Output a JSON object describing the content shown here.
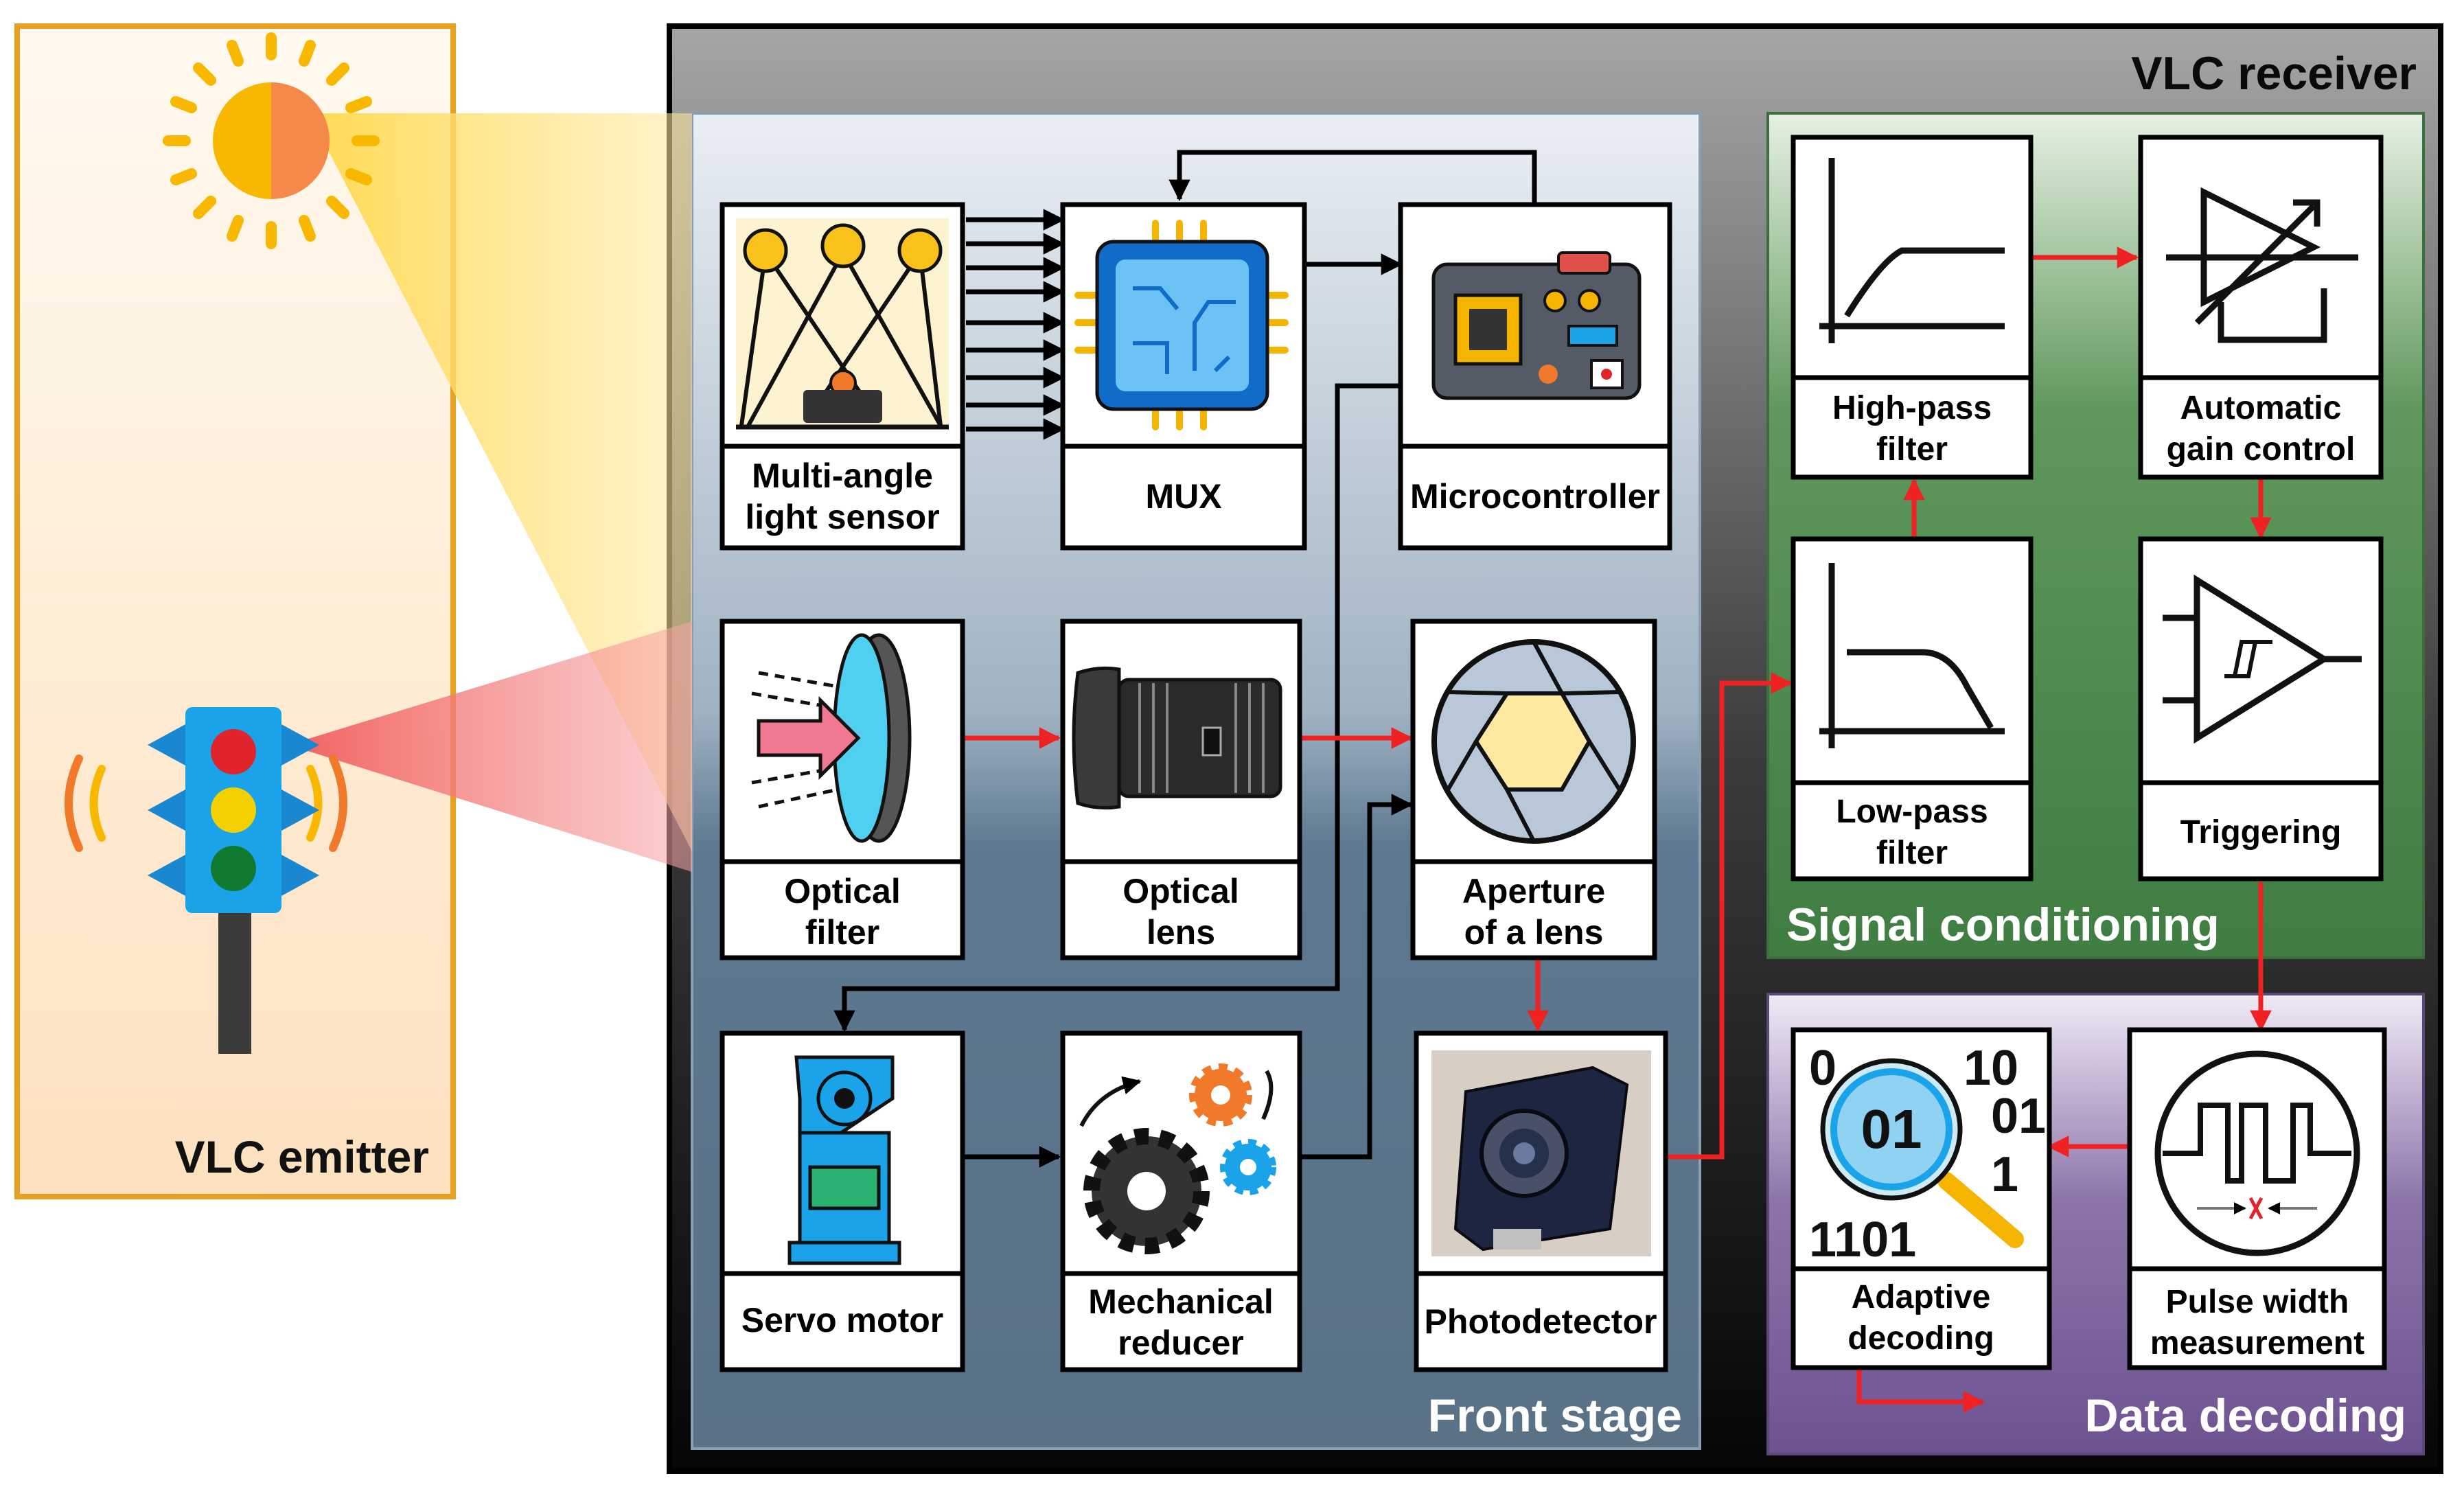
{
  "emitter": {
    "title": "VLC emitter"
  },
  "receiver": {
    "title": "VLC receiver"
  },
  "front_stage": {
    "title": "Front stage",
    "blocks": {
      "sensor": [
        "Multi-angle",
        "light sensor"
      ],
      "mux": [
        "MUX"
      ],
      "mcu": [
        "Microcontroller"
      ],
      "filter": [
        "Optical",
        "filter"
      ],
      "lens": [
        "Optical",
        "lens"
      ],
      "aperture": [
        "Aperture",
        "of a lens"
      ],
      "servo": [
        "Servo motor"
      ],
      "reducer": [
        "Mechanical",
        "reducer"
      ],
      "photodetector": [
        "Photodetector"
      ]
    }
  },
  "signal_conditioning": {
    "title": "Signal conditioning",
    "blocks": {
      "hpf": [
        "High-pass",
        "filter"
      ],
      "agc": [
        "Automatic",
        "gain control"
      ],
      "lpf": [
        "Low-pass",
        "filter"
      ],
      "trigger": [
        "Triggering"
      ]
    }
  },
  "data_decoding": {
    "title": "Data decoding",
    "blocks": {
      "decoding": [
        "Adaptive",
        "decoding"
      ],
      "pwm": [
        "Pulse width",
        "measurement"
      ]
    },
    "binary_digits": [
      "0",
      "10",
      "01",
      "1",
      "1101",
      "01"
    ]
  },
  "colors": {
    "signal_arrow": "#ee2222",
    "control_arrow": "#000000",
    "emitter_border": "#e8a020",
    "front_stage_bg": "#5f7a90",
    "signal_conditioning_bg": "#4a8a4a",
    "data_decoding_bg": "#7a5f98",
    "sun": "#f9b800",
    "light_blue": "#1aa3e8"
  },
  "icons": [
    "sun-icon",
    "traffic-light-icon",
    "light-sensor-icon",
    "mux-chip-icon",
    "microcontroller-board-icon",
    "optical-filter-icon",
    "camera-lens-icon",
    "aperture-icon",
    "servo-motor-icon",
    "gears-icon",
    "camera-module-icon",
    "high-pass-filter-icon",
    "agc-amplifier-icon",
    "low-pass-filter-icon",
    "schmitt-trigger-icon",
    "magnifier-binary-icon",
    "pulse-width-icon"
  ]
}
